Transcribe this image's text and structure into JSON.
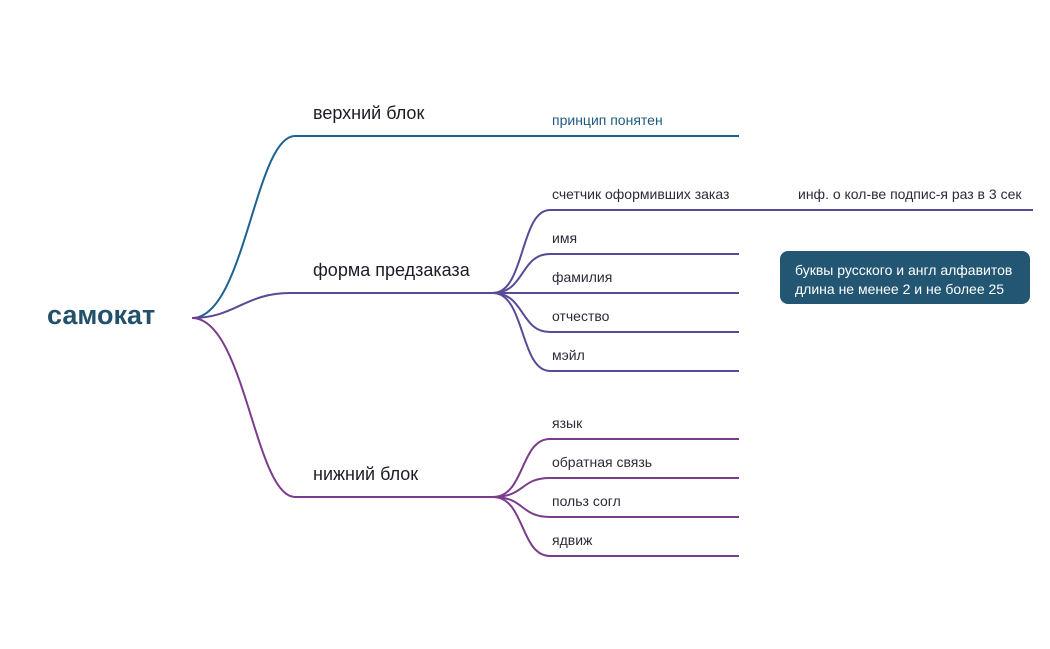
{
  "root": {
    "label": "самокат"
  },
  "branches": [
    {
      "label": "верхний блок",
      "color": "#1e6291",
      "children": [
        {
          "label": "принцип понятен"
        }
      ]
    },
    {
      "label": "форма предзаказа",
      "color": "#5a4a96",
      "children": [
        {
          "label": "счетчик оформивших заказ",
          "child": {
            "label": "инф. о кол-ве подпис-я раз в 3 сек"
          }
        },
        {
          "label": "имя"
        },
        {
          "label": "фамилия"
        },
        {
          "label": "отчество"
        },
        {
          "label": "мэйл"
        }
      ]
    },
    {
      "label": "нижний блок",
      "color": "#7a3d8c",
      "children": [
        {
          "label": "язык"
        },
        {
          "label": "обратная связь"
        },
        {
          "label": "польз согл"
        },
        {
          "label": "ядвиж"
        }
      ]
    }
  ],
  "note": {
    "line1": "буквы русского и англ алфавитов",
    "line2": "длина не менее 2 и не более 25",
    "background": "#235672"
  }
}
